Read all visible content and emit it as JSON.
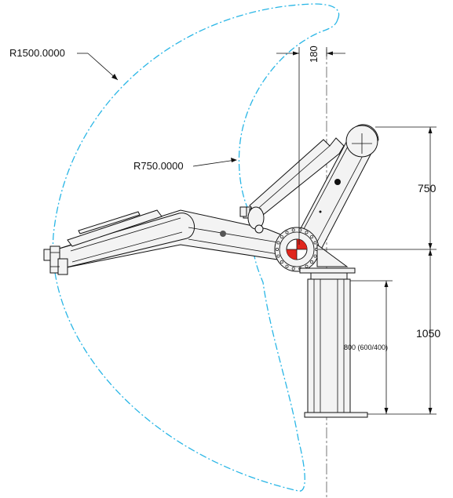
{
  "colors": {
    "reach_envelope": "#29b6e6",
    "joint_red": "#e0261d",
    "line": "#111111"
  },
  "labels": {
    "outer_radius": "R1500.0000",
    "inner_radius": "R750.0000",
    "offset": "180",
    "upper_height": "750",
    "total_height": "1050",
    "column_height": "800 (600/400)"
  }
}
